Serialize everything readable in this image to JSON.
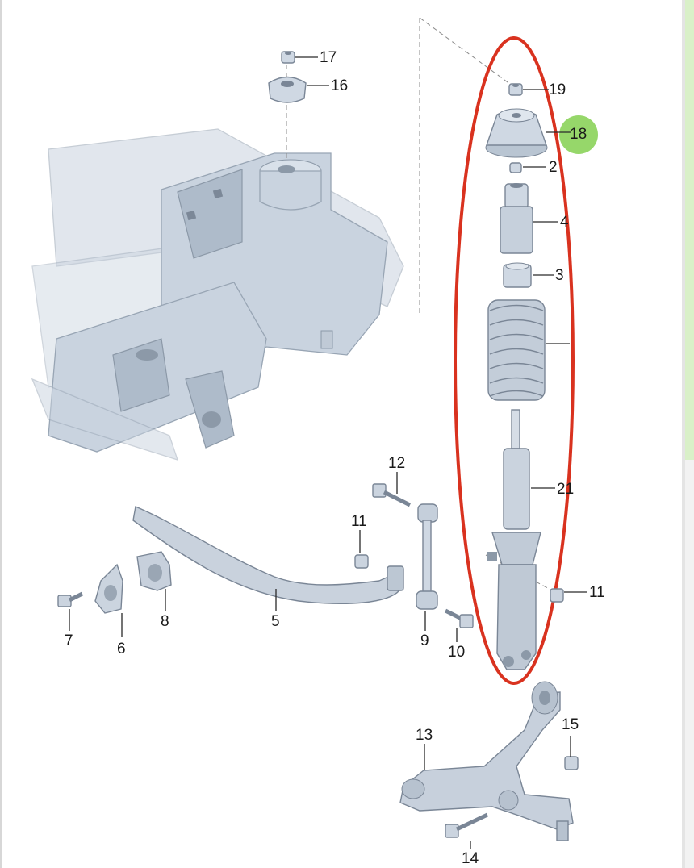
{
  "diagram": {
    "callouts": [
      {
        "id": "17",
        "label": "17"
      },
      {
        "id": "16",
        "label": "16"
      },
      {
        "id": "19",
        "label": "19"
      },
      {
        "id": "18",
        "label": "18"
      },
      {
        "id": "2",
        "label": "2"
      },
      {
        "id": "4",
        "label": "4"
      },
      {
        "id": "3",
        "label": "3"
      },
      {
        "id": "1",
        "label": ""
      },
      {
        "id": "21",
        "label": "21"
      },
      {
        "id": "12",
        "label": "12"
      },
      {
        "id": "11a",
        "label": "11"
      },
      {
        "id": "11b",
        "label": "11"
      },
      {
        "id": "5",
        "label": "5"
      },
      {
        "id": "6",
        "label": "6"
      },
      {
        "id": "7",
        "label": "7"
      },
      {
        "id": "8",
        "label": "8"
      },
      {
        "id": "9",
        "label": "9"
      },
      {
        "id": "10",
        "label": "10"
      },
      {
        "id": "13",
        "label": "13"
      },
      {
        "id": "14",
        "label": "14"
      },
      {
        "id": "15",
        "label": "15"
      }
    ],
    "colors": {
      "highlight_ring": "#d9321f",
      "marker_badge": "#8bd35a",
      "part_fill": "#cfd8e3",
      "part_shadow": "#aab6c4",
      "side_bar": "#d9f0c8"
    }
  }
}
